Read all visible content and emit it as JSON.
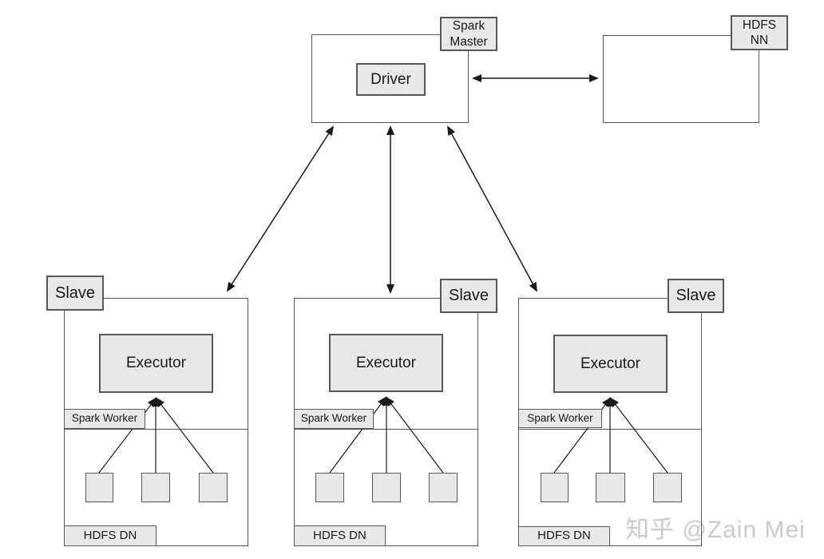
{
  "diagram": {
    "master_node": {
      "label_lines": [
        "Spark",
        "Master"
      ],
      "driver_label": "Driver"
    },
    "hdfs_node": {
      "label_lines": [
        "HDFS",
        "NN"
      ]
    },
    "slaves": [
      {
        "label": "Slave",
        "executor": "Executor",
        "worker": "Spark Worker",
        "datanode": "HDFS DN"
      },
      {
        "label": "Slave",
        "executor": "Executor",
        "worker": "Spark Worker",
        "datanode": "HDFS DN"
      },
      {
        "label": "Slave",
        "executor": "Executor",
        "worker": "Spark Worker",
        "datanode": "HDFS DN"
      }
    ],
    "connections": [
      "driver-slave1-bidirectional",
      "driver-slave2-bidirectional",
      "driver-slave3-bidirectional",
      "spark-master-hdfs-nn-bidirectional",
      "tasks-to-executor"
    ],
    "watermark": "知乎 @Zain Mei",
    "colors": {
      "box_fill": "#e8e8e8",
      "box_border": "#595959",
      "container_border": "#555555",
      "line": "#1a1a1a",
      "watermark": "#cbcbcb",
      "background": "#ffffff"
    }
  }
}
